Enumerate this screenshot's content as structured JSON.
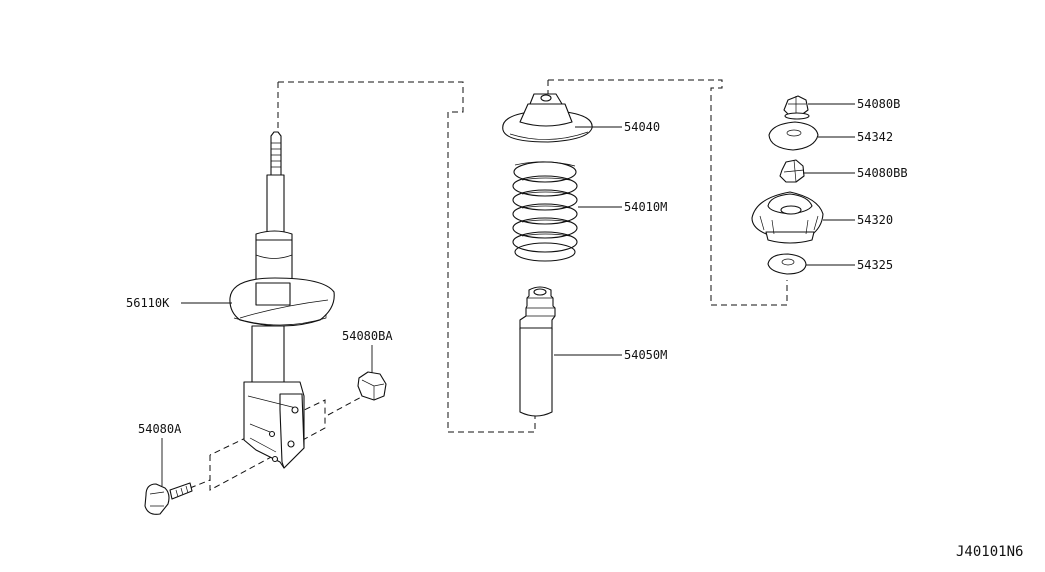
{
  "parts": [
    {
      "id": "strut",
      "part_no": "56110K",
      "icon": "strut-assembly-icon"
    },
    {
      "id": "mount_insulator",
      "part_no": "54040",
      "icon": "strut-mount-insulator-icon"
    },
    {
      "id": "coil_spring",
      "part_no": "54010M",
      "icon": "coil-spring-icon"
    },
    {
      "id": "bump_stopper",
      "part_no": "54050M",
      "icon": "bump-stopper-icon"
    },
    {
      "id": "nut_top",
      "part_no": "54080B",
      "icon": "flange-nut-icon"
    },
    {
      "id": "washer",
      "part_no": "54342",
      "icon": "washer-icon"
    },
    {
      "id": "nut_lower",
      "part_no": "54080BB",
      "icon": "hex-nut-icon"
    },
    {
      "id": "mount_rubber",
      "part_no": "54320",
      "icon": "mounting-rubber-icon"
    },
    {
      "id": "seat",
      "part_no": "54325",
      "icon": "spring-seat-icon"
    },
    {
      "id": "nut_bracket",
      "part_no": "54080BA",
      "icon": "bracket-nut-icon"
    },
    {
      "id": "bolt",
      "part_no": "54080A",
      "icon": "bracket-bolt-icon"
    }
  ],
  "diagram_code": "J40101N6"
}
